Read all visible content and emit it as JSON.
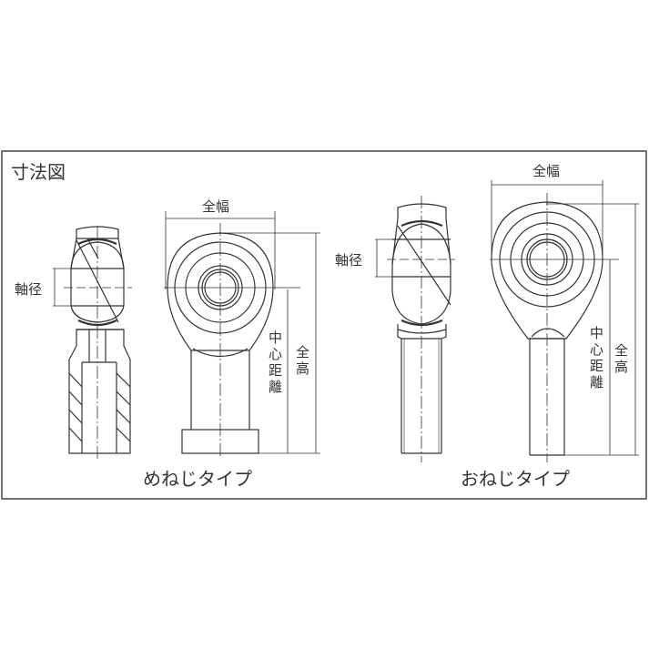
{
  "title": "寸法図",
  "female": {
    "caption": "めねじタイプ",
    "shaft_dia": "軸径",
    "width": "全幅",
    "center_distance": [
      "中",
      "心",
      "距",
      "離"
    ],
    "total_height": [
      "全",
      "高"
    ]
  },
  "male": {
    "caption": "おねじタイプ",
    "shaft_dia": "軸径",
    "width": "全幅",
    "center_distance": [
      "中",
      "心",
      "距",
      "離"
    ],
    "total_height": [
      "全",
      "高"
    ]
  },
  "colors": {
    "line": "#333333",
    "frame": "#444444",
    "bg": "#ffffff"
  }
}
